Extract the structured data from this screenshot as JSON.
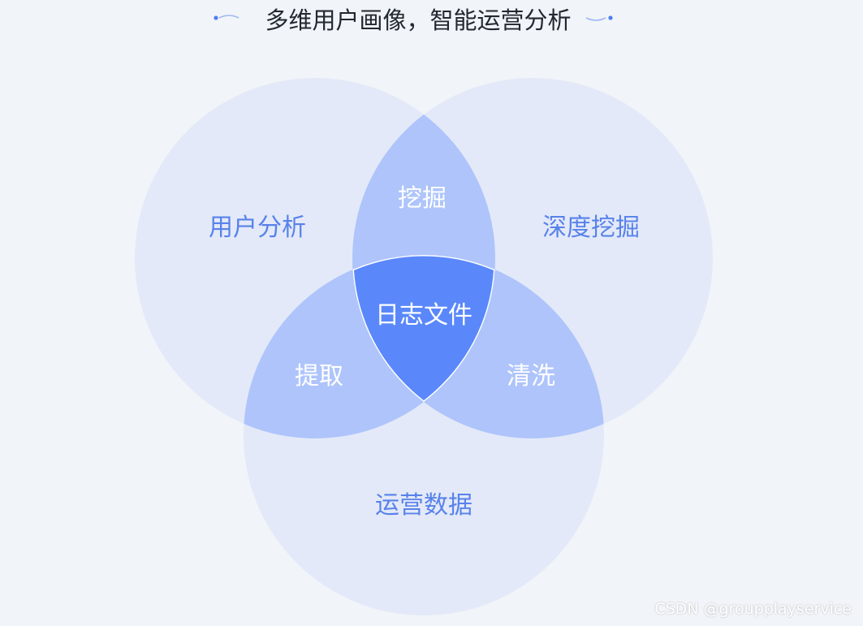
{
  "header": {
    "title": "多维用户画像，智能运营分析",
    "accent_color": "#4f7ff0"
  },
  "venn": {
    "circles": {
      "user_analysis": "用户分析",
      "deep_mining": "深度挖掘",
      "operation_data": "运营数据"
    },
    "overlaps": {
      "user_analysis_deep_mining": "挖掘",
      "user_analysis_operation_data": "提取",
      "deep_mining_operation_data": "清洗"
    },
    "center": "日志文件",
    "colors": {
      "circle_fill": "#e3e9f8",
      "pair_fill": "#aec4fb",
      "center_fill": "#5a88fb",
      "outer_text": "#5882ea",
      "inner_text": "#ffffff"
    }
  },
  "watermark": "CSDN @groupplayservice"
}
